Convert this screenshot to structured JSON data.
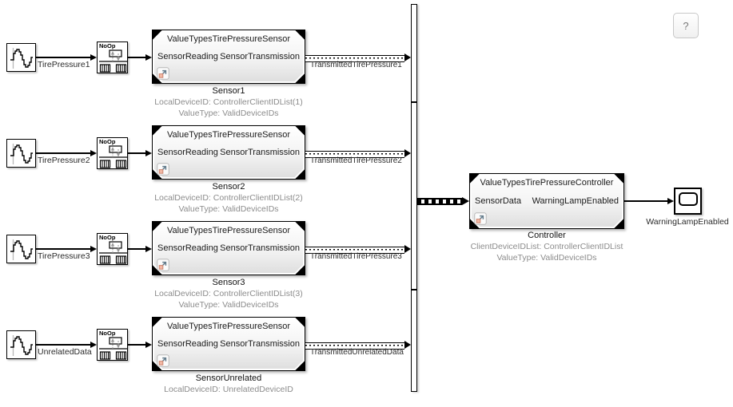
{
  "help": {
    "label": "?"
  },
  "rows": [
    {
      "source_label": "TirePressure1",
      "noop_label": "NoOp",
      "block_title": "ValueTypesTirePressureSensor",
      "in_port": "SensorReading",
      "out_port": "SensorTransmission",
      "name": "Sensor1",
      "annotation1": "LocalDeviceID: ControllerClientIDList(1)",
      "annotation2": "ValueType: ValidDeviceIDs",
      "signal_label": "TransmittedTirePressure1"
    },
    {
      "source_label": "TirePressure2",
      "noop_label": "NoOp",
      "block_title": "ValueTypesTirePressureSensor",
      "in_port": "SensorReading",
      "out_port": "SensorTransmission",
      "name": "Sensor2",
      "annotation1": "LocalDeviceID: ControllerClientIDList(2)",
      "annotation2": "ValueType: ValidDeviceIDs",
      "signal_label": "TransmittedTirePressure2"
    },
    {
      "source_label": "TirePressure3",
      "noop_label": "NoOp",
      "block_title": "ValueTypesTirePressureSensor",
      "in_port": "SensorReading",
      "out_port": "SensorTransmission",
      "name": "Sensor3",
      "annotation1": "LocalDeviceID: ControllerClientIDList(3)",
      "annotation2": "ValueType: ValidDeviceIDs",
      "signal_label": "TransmittedTirePressure3"
    },
    {
      "source_label": "UnrelatedData",
      "noop_label": "NoOp",
      "block_title": "ValueTypesTirePressureSensor",
      "in_port": "SensorReading",
      "out_port": "SensorTransmission",
      "name": "SensorUnrelated",
      "annotation1": "LocalDeviceID: UnrelatedDeviceID",
      "annotation2": "",
      "signal_label": "TransmittedUnrelatedData"
    }
  ],
  "controller": {
    "block_title": "ValueTypesTirePressureController",
    "in_port": "SensorData",
    "out_port": "WarningLampEnabled",
    "name": "Controller",
    "annotation1": "ClientDeviceIDList: ControllerClientIDList",
    "annotation2": "ValueType: ValidDeviceIDs"
  },
  "scope": {
    "label": "WarningLampEnabled"
  },
  "colors": {
    "background": "#ffffff",
    "block_border": "#000000",
    "annotation_text": "#8c8c8c",
    "block_text": "#1a1a1a",
    "badge_arrow": "#647c8c",
    "badge_square": "#f3b9a6",
    "help_text": "#777777"
  }
}
